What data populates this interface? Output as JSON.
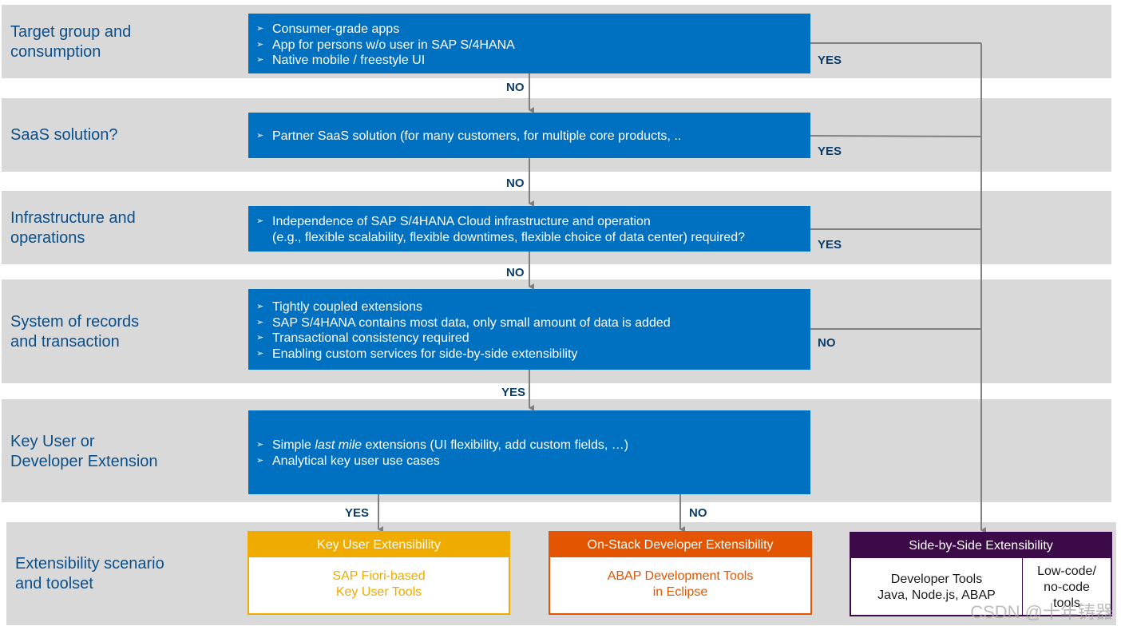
{
  "rows": [
    {
      "label": "Target group and\nconsumption",
      "items": [
        "Consumer-grade apps",
        "App for persons w/o user in SAP S/4HANA",
        "Native mobile / freestyle UI"
      ]
    },
    {
      "label": "SaaS solution?",
      "items": [
        "Partner SaaS solution (for many customers, for multiple core products, .."
      ]
    },
    {
      "label": "Infrastructure and\noperations",
      "items": [
        "Independence of SAP S/4HANA Cloud infrastructure and operation\n(e.g., flexible scalability, flexible downtimes, flexible choice of data center) required?"
      ]
    },
    {
      "label": "System of records\nand transaction",
      "items": [
        "Tightly coupled extensions",
        "SAP S/4HANA contains most data, only small amount of data is added",
        "Transactional consistency required",
        "Enabling custom services for side-by-side extensibility"
      ]
    },
    {
      "label": "Key User or\nDeveloper Extension",
      "items": [
        {
          "before": "Simple ",
          "em": "last mile",
          "after": " extensions (UI flexibility, add custom fields, …)"
        },
        "Analytical key user use cases"
      ]
    }
  ],
  "bottom_label": "Extensibility scenario\nand toolset",
  "connectors": {
    "right": [
      "YES",
      "YES",
      "YES",
      "NO"
    ],
    "down": [
      "NO",
      "NO",
      "NO",
      "YES"
    ],
    "key_user_yes": "YES",
    "on_stack_no": "NO"
  },
  "tools": {
    "key_user": {
      "title": "Key User Extensibility",
      "body": "SAP Fiori-based\nKey User Tools",
      "color": "#f0ab00"
    },
    "on_stack": {
      "title": "On-Stack Developer Extensibility",
      "body": "ABAP Development Tools\nin Eclipse",
      "color": "#e35500"
    },
    "side_by_side": {
      "title": "Side-by-Side Extensibility",
      "body_left": "Developer Tools\nJava, Node.js, ABAP",
      "body_right": "Low-code/\nno-code\ntools",
      "color": "#3c0a49"
    }
  },
  "watermark": "CSDN @十年铸器"
}
